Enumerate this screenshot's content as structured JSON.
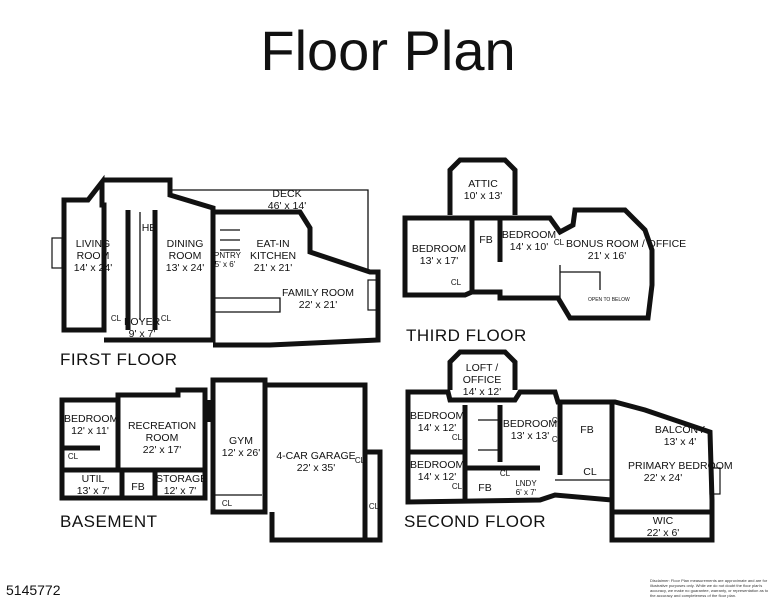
{
  "title": "Floor Plan",
  "floors": {
    "first": {
      "label": "FIRST FLOOR",
      "rooms": {
        "deck": {
          "name": "DECK",
          "dim": "46' x 14'"
        },
        "living": {
          "name": "LIVING ROOM",
          "dim": "14' x 24'"
        },
        "hb": {
          "name": "HB"
        },
        "dining": {
          "name": "DINING ROOM",
          "dim": "13' x 24'"
        },
        "pntry": {
          "name": "PNTRY",
          "dim": "5' x 6'"
        },
        "kitchen": {
          "name": "EAT-IN KITCHEN",
          "dim": "21' x 21'"
        },
        "family": {
          "name": "FAMILY ROOM",
          "dim": "22' x 21'"
        },
        "foyer": {
          "name": "FOYER",
          "dim": "9' x 7'"
        },
        "cl1": {
          "name": "CL"
        },
        "cl2": {
          "name": "CL"
        }
      }
    },
    "third": {
      "label": "THIRD FLOOR",
      "rooms": {
        "attic": {
          "name": "ATTIC",
          "dim": "10' x 13'"
        },
        "bedroom1": {
          "name": "BEDROOM",
          "dim": "13' x 17'"
        },
        "fb": {
          "name": "FB"
        },
        "bedroom2": {
          "name": "BEDROOM",
          "dim": "14' x 10'"
        },
        "bonus": {
          "name": "BONUS ROOM / OFFICE",
          "dim": "21' x 16'"
        },
        "cl1": {
          "name": "CL"
        },
        "cl2": {
          "name": "CL"
        },
        "open": {
          "name": "OPEN TO BELOW"
        }
      }
    },
    "basement": {
      "label": "BASEMENT",
      "rooms": {
        "bedroom": {
          "name": "BEDROOM",
          "dim": "12' x 11'"
        },
        "recreation": {
          "name": "RECREATION ROOM",
          "dim": "22' x 17'"
        },
        "gym": {
          "name": "GYM",
          "dim": "12' x 26'"
        },
        "garage": {
          "name": "4-CAR GARAGE",
          "dim": "22' x 35'"
        },
        "util": {
          "name": "UTIL",
          "dim": "13' x 7'"
        },
        "fb": {
          "name": "FB"
        },
        "storage": {
          "name": "STORAGE",
          "dim": "12' x 7'"
        },
        "cl1": {
          "name": "CL"
        },
        "cl2": {
          "name": "CL"
        },
        "cl3": {
          "name": "CL"
        },
        "cl4": {
          "name": "CL"
        }
      }
    },
    "second": {
      "label": "SECOND FLOOR",
      "rooms": {
        "loft": {
          "name": "LOFT / OFFICE",
          "dim": "14' x 12'"
        },
        "bedroom1": {
          "name": "BEDROOM",
          "dim": "14' x 12'"
        },
        "bedroom2": {
          "name": "BEDROOM",
          "dim": "13' x 13'"
        },
        "fb1": {
          "name": "FB"
        },
        "balcony": {
          "name": "BALCONY",
          "dim": "13' x 4'"
        },
        "bedroom3": {
          "name": "BEDROOM",
          "dim": "14' x 12'"
        },
        "fb2": {
          "name": "FB"
        },
        "lndy": {
          "name": "LNDY",
          "dim": "6' x 7'"
        },
        "primary": {
          "name": "PRIMARY BEDROOM",
          "dim": "22' x 24'"
        },
        "wic": {
          "name": "WIC",
          "dim": "22' x 6'"
        },
        "cl1": {
          "name": "CL"
        },
        "cl2": {
          "name": "CL"
        },
        "cl3": {
          "name": "CL"
        },
        "cl4": {
          "name": "CL"
        },
        "cl5": {
          "name": "CL"
        },
        "cl6": {
          "name": "CL"
        }
      }
    }
  },
  "listing_id": "5145772",
  "disclaimer": "Disclaimer: Floor Plan measurements are approximate and are for illustrative purposes only. While we do not doubt the floor plan's accuracy, we make no guarantee, warranty, or representation as to the accuracy and completeness of the floor plan."
}
